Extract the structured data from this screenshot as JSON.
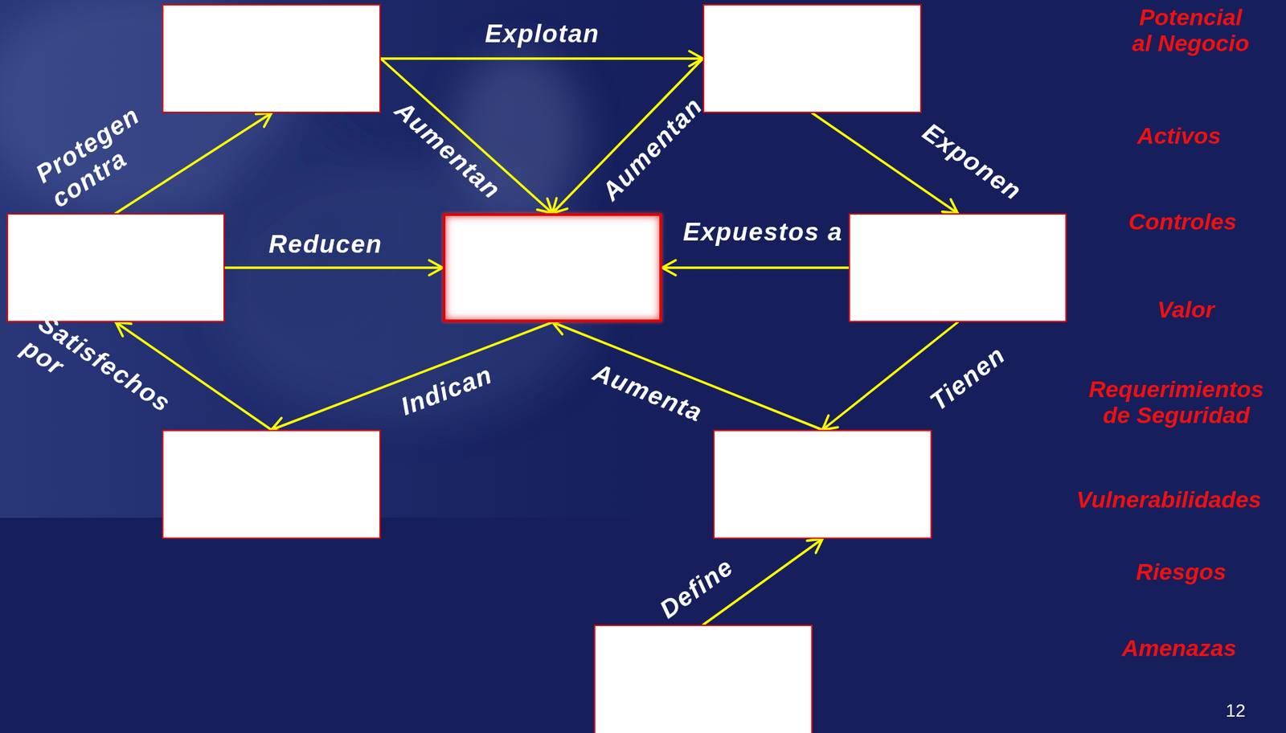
{
  "diagram": {
    "nodes": [
      {
        "text": []
      },
      {
        "text": []
      },
      {
        "text": []
      },
      {
        "text": []
      },
      {
        "text": []
      },
      {
        "text": []
      },
      {
        "text": []
      },
      {
        "text": []
      }
    ],
    "edges": [
      {
        "from": 0,
        "to": 1,
        "arrow": "to",
        "label": "Explotan"
      },
      {
        "from": 0,
        "to": 3,
        "arrow": "to",
        "label": "Aumentan"
      },
      {
        "from": 1,
        "to": 3,
        "arrow": "to",
        "label": "Aumentan"
      },
      {
        "from": 1,
        "to": 4,
        "arrow": "to",
        "label": "Exponen"
      },
      {
        "from": 4,
        "to": 3,
        "arrow": "to",
        "label": "Expuestos a"
      },
      {
        "from": 2,
        "to": 0,
        "arrow": "to",
        "label": "Protegen contra"
      },
      {
        "from": 2,
        "to": 3,
        "arrow": "to",
        "label": "Reducen"
      },
      {
        "from": 5,
        "to": 2,
        "arrow": "to",
        "label": "Satisfechos por"
      },
      {
        "from": 3,
        "to": 5,
        "arrow": "to",
        "label": "Indican"
      },
      {
        "from": 6,
        "to": 3,
        "arrow": "to",
        "label": "Aumenta"
      },
      {
        "from": 4,
        "to": 6,
        "arrow": "to",
        "label": "Tienen"
      },
      {
        "from": 7,
        "to": 6,
        "arrow": "to",
        "label": "Define"
      }
    ],
    "labels": [
      "Potencial al Negocio",
      "Activos",
      "Controles",
      "Valor",
      "Requerimientos de Seguridad",
      "Vulnerabilidades",
      "Riesgos",
      "Amenazas",
      "12"
    ]
  }
}
